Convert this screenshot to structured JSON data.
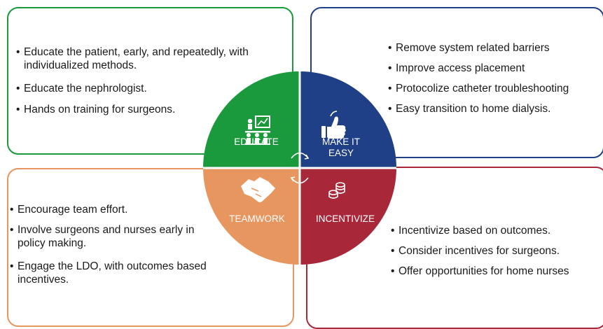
{
  "quadrants": {
    "educate": {
      "label": "EDUCATE",
      "color": "#1a9a3c",
      "icon": "classroom-icon",
      "bullets": [
        "Educate the patient, early, and repeatedly, with individualized methods.",
        "Educate the nephrologist.",
        "Hands on training for surgeons."
      ]
    },
    "make_it_easy": {
      "label_line1": "MAKE IT",
      "label_line2": "EASY",
      "color": "#1f3f87",
      "icon": "thumbs-up-icon",
      "bullets": [
        "Remove system related barriers",
        "Improve access placement",
        "Protocolize catheter troubleshooting",
        "Easy transition to home dialysis."
      ]
    },
    "teamwork": {
      "label": "TEAMWORK",
      "color": "#e8965f",
      "icon": "handshake-icon",
      "bullets": [
        "Encourage team effort.",
        "Involve surgeons and nurses early in policy making.",
        "Engage the LDO, with outcomes based incentives."
      ]
    },
    "incentivize": {
      "label": "INCENTIVIZE",
      "color": "#a8283a",
      "icon": "coins-icon",
      "bullets": [
        "Incentivize based on outcomes.",
        "Consider incentives for surgeons.",
        "Offer opportunities for home nurses"
      ]
    }
  }
}
